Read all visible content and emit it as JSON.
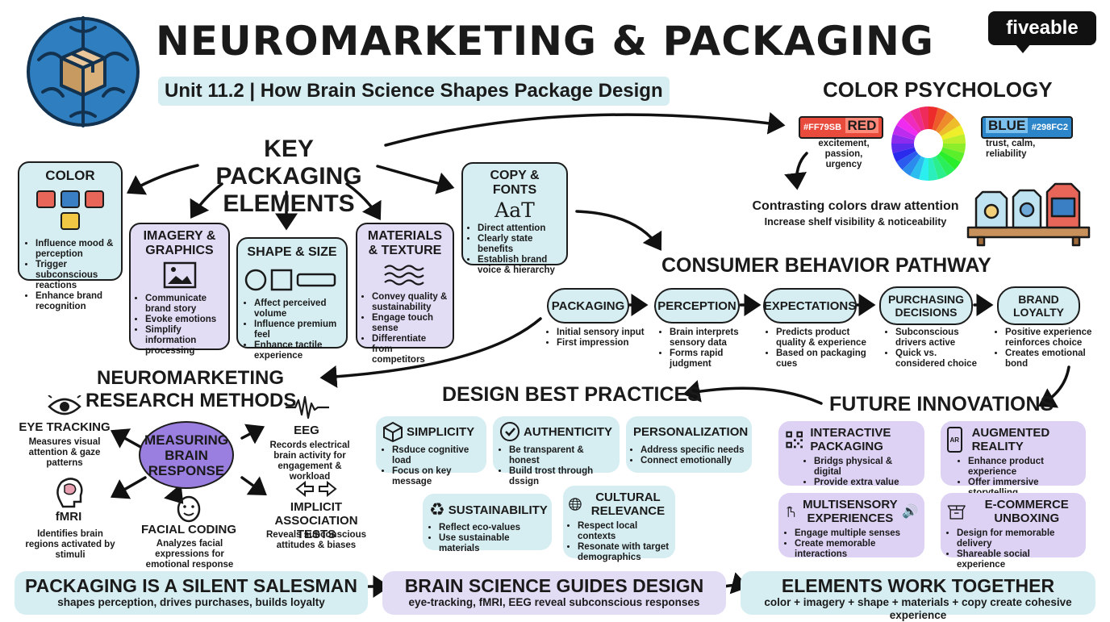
{
  "header": {
    "title": "NEUROMARKETING & PACKAGING",
    "subtitle": "Unit 11.2 | How Brain Science Shapes Package Design",
    "brand": "fiveable"
  },
  "key_elements": {
    "title_line1": "KEY PACKAGING",
    "title_line2": "ELEMENTS",
    "color": {
      "title": "COLOR",
      "bullets": [
        "Influence mood & perception",
        "Trigger subconscious reactions",
        "Enhance brand recognition"
      ]
    },
    "imagery": {
      "title": "IMAGERY & GRAPHICS",
      "bullets": [
        "Communicate brand story",
        "Evoke emotions",
        "Simplify information processing"
      ]
    },
    "shape": {
      "title": "SHAPE & SIZE",
      "bullets": [
        "Affect perceived volume",
        "Influence premium feel",
        "Enhance tactile experience"
      ]
    },
    "materials": {
      "title": "MATERIALS & TEXTURE",
      "bullets": [
        "Convey quality & sustainability",
        "Engage touch sense",
        "Differentiate from competitors"
      ]
    },
    "copy": {
      "title": "COPY & FONTS",
      "glyph": "AaT",
      "bullets": [
        "Direct attention",
        "Clearly state benefits",
        "Establish brand voice & hierarchy"
      ]
    }
  },
  "color_psychology": {
    "title": "COLOR PSYCHOLOGY",
    "red": {
      "hex_label": "#FF79SB",
      "name": "RED",
      "desc": "excitement, passion, urgency"
    },
    "blue": {
      "hex_label": "#298FC2",
      "name": "BLUE",
      "desc": "trust, calm, reliability"
    },
    "contrast_title": "Contrasting colors draw attention",
    "contrast_sub": "Increase shelf visibility & noticeability"
  },
  "pathway": {
    "title": "CONSUMER BEHAVIOR PATHWAY",
    "steps": [
      {
        "label": "PACKAGING",
        "bullets": [
          "Initial sensory input",
          "First impression"
        ]
      },
      {
        "label": "PERCEPTION",
        "bullets": [
          "Brain interprets sensory data",
          "Forms rapid judgment"
        ]
      },
      {
        "label": "EXPECTATIONS",
        "bullets": [
          "Predicts product quality & experience",
          "Based on packaging cues"
        ]
      },
      {
        "label": "PURCHASING DECISIONS",
        "bullets": [
          "Subconscious drivers active",
          "Quick vs. considered choice"
        ]
      },
      {
        "label": "BRAND LOYALTY",
        "bullets": [
          "Positive experience reinforces choice",
          "Creates emotional bond"
        ]
      }
    ]
  },
  "research": {
    "title_line1": "NEUROMARKETING",
    "title_line2": "RESEARCH METHODS",
    "center": "MEASURING BRAIN RESPONSE",
    "eye": {
      "title": "EYE TRACKING",
      "desc": "Measures visual attention & gaze patterns"
    },
    "eeg": {
      "title": "EEG",
      "desc": "Records electrical brain activity for engagement & workload"
    },
    "fmri": {
      "title": "fMRI",
      "desc": "Identifies brain regions activated by stimuli"
    },
    "facial": {
      "title": "FACIAL CODING",
      "desc": "Analyzes facial expressions for emotional response"
    },
    "implicit": {
      "title": "IMPLICIT ASSOCIATION TESTS",
      "desc": "Reveals subconscious attitudes & biases"
    }
  },
  "best_practices": {
    "title": "DESIGN BEST PRACTICES",
    "simplicity": {
      "title": "SIMPLICITY",
      "bullets": [
        "Rsduce cognitive load",
        "Focus on key message"
      ]
    },
    "authenticity": {
      "title": "AUTHENTICITY",
      "bullets": [
        "Be transparent & honest",
        "Build trost through dssign"
      ]
    },
    "personalization": {
      "title": "PERSONALIZATION",
      "bullets": [
        "Address specific needs",
        "Connect emotionally"
      ]
    },
    "sustainability": {
      "title": "SUSTAINABILITY",
      "bullets": [
        "Reflect eco-values",
        "Use sustainable materials"
      ]
    },
    "cultural": {
      "title": "CULTURAL RELEVANCE",
      "bullets": [
        "Respect local contexts",
        "Resonate with target demographics"
      ]
    }
  },
  "future": {
    "title": "FUTURE INNOVATIONS",
    "interactive": {
      "title": "INTERACTIVE PACKAGING",
      "bullets": [
        "Bridgs physical & digital",
        "Provide extra value"
      ]
    },
    "ar": {
      "title": "AUGMENTED REALITY",
      "icon_text": "AR",
      "bullets": [
        "Enhance product experience",
        "Offer immersive storytelling"
      ]
    },
    "multisensory": {
      "title": "MULTISENSORY EXPERIENCES",
      "bullets": [
        "Engage multiple senses",
        "Create memorable interactions"
      ]
    },
    "ecommerce": {
      "title": "E-COMMERCE UNBOXING",
      "bullets": [
        "Design for memorable delivery",
        "Shareable social experience"
      ]
    }
  },
  "banners": [
    {
      "title": "PACKAGING IS A SILENT SALESMAN",
      "sub": "shapes perception, drives purchases, builds loyalty"
    },
    {
      "title": "BRAIN SCIENCE GUIDES DESIGN",
      "sub": "eye-tracking, fMRI, EEG reveal subconscious responses"
    },
    {
      "title": "ELEMENTS WORK TOGETHER",
      "sub": "color + imagery + shape + materials + copy create cohesive experience"
    }
  ],
  "colors": {
    "cyan": "#d6eef2",
    "lavender": "#e2dcf5",
    "purple": "#9a7fe0",
    "brain_blue": "#2f7fc0",
    "red": "#e74c3c",
    "blue": "#3a8fd0"
  }
}
